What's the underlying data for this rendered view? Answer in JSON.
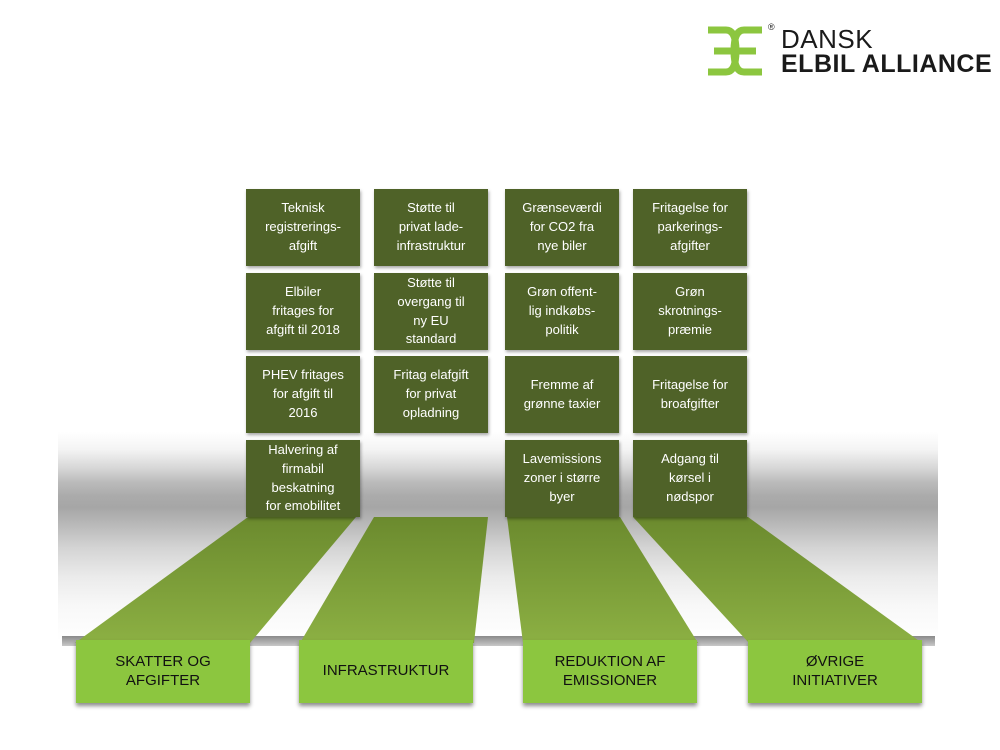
{
  "logo": {
    "line1": "DANSK",
    "line2": "ELBIL ALLIANCE",
    "reg": "®",
    "colors": {
      "mark": "#8cc63f",
      "text": "#1a1a1a"
    }
  },
  "colors": {
    "box": "#4f6228",
    "road": "#76923c",
    "base": "#8cc63f"
  },
  "pillars": [
    {
      "label": "SKATTER OG\nAFGIFTER",
      "items": [
        "Teknisk\nregistrerings-\nafgift",
        "Elbiler\nfritages for\nafgift til 2018",
        "PHEV fritages\nfor afgift til\n2016",
        "Halvering af\nfirmabil\nbeskatning\nfor emobilitet"
      ]
    },
    {
      "label": "INFRASTRUKTUR",
      "items": [
        "Støtte til\nprivat lade-\ninfrastruktur",
        "Støtte til\novergang til\nny EU\nstandard",
        "Fritag elafgift\nfor privat\nopladning"
      ]
    },
    {
      "label": "REDUKTION AF\nEMISSIONER",
      "items": [
        "Grænseværdi\nfor CO2 fra\nnye biler",
        "Grøn offent-\nlig indkøbs-\npolitik",
        "Fremme af\ngrønne taxier",
        "Lavemissions\nzoner i større\nbyer"
      ]
    },
    {
      "label": "ØVRIGE\nINITIATIVER",
      "items": [
        "Fritagelse for\nparkerings-\nafgifter",
        "Grøn\nskrotnings-\npræmie",
        "Fritagelse for\nbroafgifter",
        "Adgang til\nkørsel i\nnødspor"
      ]
    }
  ]
}
